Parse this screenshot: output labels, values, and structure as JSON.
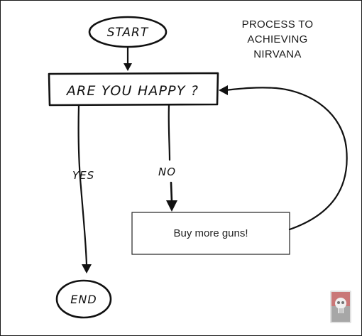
{
  "title_lines": [
    "PROCESS TO",
    "ACHIEVING",
    "NIRVANA"
  ],
  "nodes": {
    "start": "START",
    "decision": "ARE YOU HAPPY ?",
    "action": "Buy more guns!",
    "end": "END"
  },
  "edges": {
    "yes": "YES",
    "no": "NO"
  },
  "colors": {
    "ink": "#111111",
    "background": "#ffffff",
    "action_border": "#222222",
    "watermark": "#a33a3a"
  },
  "watermark_icon": "skull-flag-icon"
}
